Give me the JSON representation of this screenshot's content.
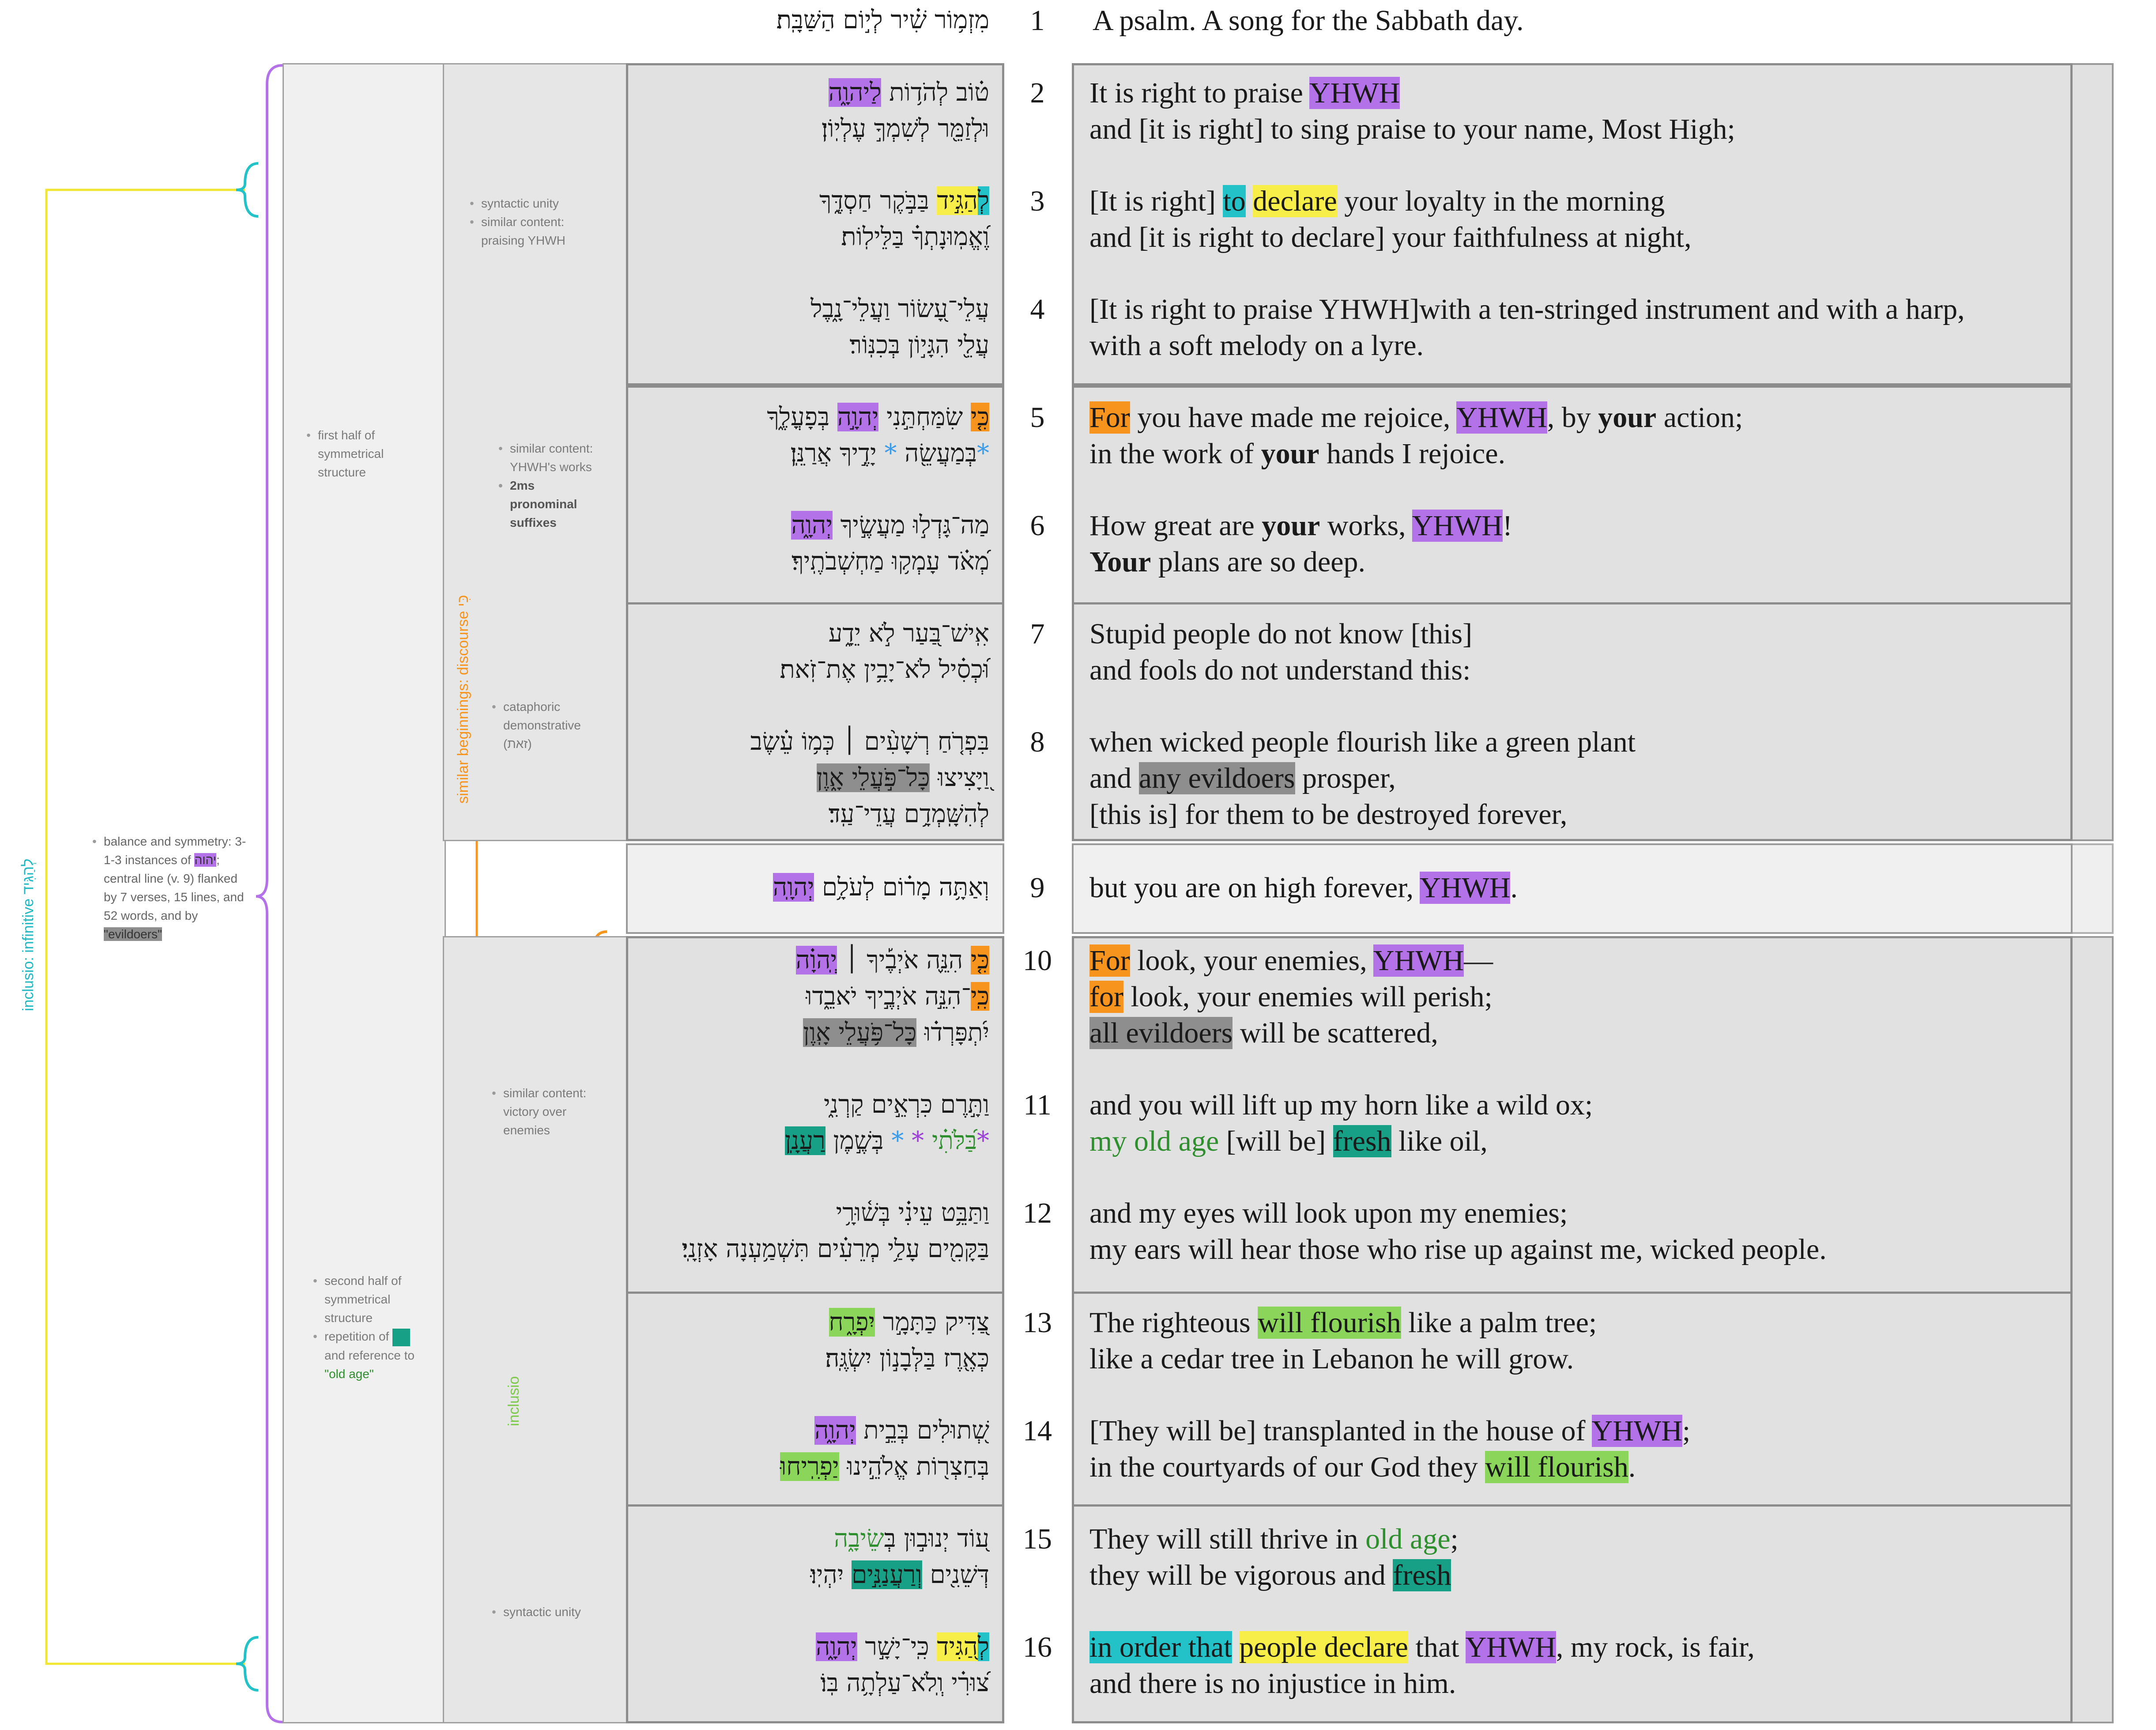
{
  "verse1": {
    "num": "1",
    "heb": "מִזְמ֥וֹר שִׁ֗יר לְי֣וֹם הַשַּׁבָּֽת׃",
    "eng": "A psalm. A song for the Sabbath day."
  },
  "v2": {
    "num": "2",
    "heb1a": "ט֗וֹב לְהֹד֥וֹת ",
    "heb1b": "לַיהוָ֑ה",
    "heb2": "וּלְזַמֵּ֖ר לְשִׁמְךָ֣ עֶלְיֽוֹן׃",
    "eng1a": "It is right to praise ",
    "eng1b": "YHWH",
    "eng2": "and [it is right] to sing praise to your name, Most High;"
  },
  "v3": {
    "num": "3",
    "heb1a": "לְ",
    "heb1b": "הַגִּ֣יד",
    "heb1c": " בַּבֹּ֣קֶר חַסְדֶּ֑ךָ",
    "heb2": "וֶ֝אֱמֽוּנָתְךָ֗ בַּלֵּילֽוֹת׃",
    "eng1a": "[It is right] ",
    "eng1b": "to",
    "eng1c": " ",
    "eng1d": "declare",
    "eng1e": " your loyalty in the morning",
    "eng2": "and [it is right to declare] your faithfulness at night,"
  },
  "v4": {
    "num": "4",
    "heb1": "עֲלֵי־עָ֭שׂוֹר וַעֲלֵי־נָ֑בֶל",
    "heb2": "עֲלֵ֖י הִגָּי֣וֹן בְּכִנּֽוֹר׃",
    "eng1": "[It is right to praise YHWH]with a ten-stringed instrument and with a harp,",
    "eng2": "with a soft melody on a lyre."
  },
  "v5": {
    "num": "5",
    "heb1a": "כִּ֤י",
    "heb1b": " שִׂמַּחְתַּ֣נִי ",
    "heb1c": "יְהוָ֣ה",
    "heb1d": " בְּפָעֳלֶ֑ךָ",
    "heb2a": "*",
    "heb2b": "בְּמַעֲשֵׂ֖ה ",
    "heb2c": "*",
    "heb2d": " יָדֶ֣יךָ אֲרַנֵּֽן׃",
    "eng1a": "For",
    "eng1b": " you have made me rejoice, ",
    "eng1c": "YHWH",
    "eng1d": ", by ",
    "eng1e": "your",
    "eng1f": " action;",
    "eng2a": "in the work of ",
    "eng2b": "your",
    "eng2c": " hands I rejoice."
  },
  "v6": {
    "num": "6",
    "heb1a": "מַה־גָּדְל֣וּ מַעֲשֶׂ֣יךָ ",
    "heb1b": "יְהוָ֑ה",
    "heb2": "מְ֝אֹ֗ד עָמְק֥וּ מַחְשְׁבֹתֶֽיךָ׃",
    "eng1a": "How great are ",
    "eng1b": "your",
    "eng1c": " works, ",
    "eng1d": "YHWH",
    "eng1e": "!",
    "eng2a": "Your",
    "eng2b": " plans are so deep."
  },
  "v7": {
    "num": "7",
    "heb1": "אִֽישׁ־בַּ֭עַר לֹ֣א יֵדָ֑ע",
    "heb2": "וּ֝כְסִ֗יל לֹא־יָבִ֥ין אֶת־זֹֽאת׃",
    "eng1": "Stupid people do not know [this]",
    "eng2": "and fools do not understand this:"
  },
  "v8": {
    "num": "8",
    "heb1": "בִּפְרֹ֤חַ רְשָׁעִ֨ים ׀ כְּמ֥וֹ עֵ֗שֶׂב",
    "heb2a": "וַ֭יָּצִיצוּ ",
    "heb2b": "כָּל־פֹּ֣עֲלֵי אָ֑וֶן",
    "heb3": "לְהִשָּֽׁמְדָ֥ם עֲדֵי־עַֽד׃",
    "eng1": "when wicked people flourish like a green plant",
    "eng2a": "and ",
    "eng2b": "any evildoers",
    "eng2c": " prosper,",
    "eng3": "[this is] for them to be destroyed forever,"
  },
  "v9": {
    "num": "9",
    "heb1a": "וְאַתָּ֥ה מָר֗וֹם לְעֹלָ֥ם ",
    "heb1b": "יְהוָֽה",
    "heb1c": "׃",
    "eng1a": "but you are on high forever, ",
    "eng1b": "YHWH",
    "eng1c": "."
  },
  "v10": {
    "num": "10",
    "heb1a": "כִּ֤י",
    "heb1b": " הִנֵּ֪ה אֹיְבֶ֡יךָ ׀ ",
    "heb1c": "יְֽהוָ֗ה",
    "heb2a": "כִּֽי",
    "heb2b": "־הִנֵּ֣ה אֹיְבֶ֣יךָ יֹאבֵ֑דוּ",
    "heb3a": "יִ֝תְפָּרְד֗וּ ",
    "heb3b": "כָּל־פֹּ֥עֲלֵי אָֽוֶן",
    "heb3c": "׃",
    "eng1a": "For",
    "eng1b": " look, your enemies, ",
    "eng1c": "YHWH",
    "eng1d": "—",
    "eng2a": "for",
    "eng2b": " look, your enemies will perish;",
    "eng3a": "all evildoers",
    "eng3b": " will be scattered,"
  },
  "v11": {
    "num": "11",
    "heb1": "וַתָּ֣רֶם כִּרְאֵ֣ים קַרְנִ֑י",
    "heb2a": "*",
    "heb2b": "בַּ֝לֹּתִ֗י",
    "heb2c": " * ",
    "heb2d": "*",
    "heb2e": " בְּשֶׁ֣מֶן ",
    "heb2f": "רַעֲנָֽן",
    "heb2g": "׃",
    "eng1": "and you will lift up my horn like a wild ox;",
    "eng2a": "my old age",
    "eng2b": " [will be] ",
    "eng2c": "fresh",
    "eng2d": " like oil,"
  },
  "v12": {
    "num": "12",
    "heb1": "וַתַּבֵּ֥ט עֵינִ֗י בְּשׁ֫וּרָ֥י",
    "heb2": "בַּקָּמִ֖ים עָלַ֥י מְרֵעִ֗ים תִּשְׁמַ֥עְנָה אָזְנָֽי׃",
    "eng1": "and my eyes will look upon my enemies;",
    "eng2": "my ears will hear those who rise up against me, wicked people."
  },
  "v13": {
    "num": "13",
    "heb1a": "צַ֭דִּיק כַּתָּמָ֣ר ",
    "heb1b": "יִפְרָ֑ח",
    "heb2": "כְּאֶ֖רֶז בַּלְּבָנ֣וֹן יִשְׂגֶּֽה׃",
    "eng1a": "The righteous ",
    "eng1b": "will flourish",
    "eng1c": " like a palm tree;",
    "eng2": "like a cedar tree in Lebanon he will grow."
  },
  "v14": {
    "num": "14",
    "heb1a": "שְׁ֭תוּלִים בְּבֵ֣ית ",
    "heb1b": "יְהוָ֑ה",
    "heb2a": "בְּחַצְר֖וֹת אֱלֹהֵ֣ינוּ ",
    "heb2b": "יַפְרִֽיחוּ",
    "heb2c": "׃",
    "eng1a": "[They will be] transplanted in the house of ",
    "eng1b": "YHWH",
    "eng1c": ";",
    "eng2a": "in the courtyards of our God they ",
    "eng2b": "will flourish",
    "eng2c": "."
  },
  "v15": {
    "num": "15",
    "heb1a": "ע֭וֹד יְנוּב֣וּן בְּ",
    "heb1b": "שֵׂיבָ֑ה",
    "heb2a": "דְּשֵׁנִ֖ים ",
    "heb2b": "וְרַעֲנַנִּ֣ים",
    "heb2c": " יִהְיֽוּ׃",
    "eng1a": "They will still thrive in ",
    "eng1b": "old age",
    "eng1c": ";",
    "eng2a": "they will be vigorous and ",
    "eng2b": "fresh"
  },
  "v16": {
    "num": "16",
    "heb1a": "לְ",
    "heb1b": "הַ֭גִּיד",
    "heb1c": " כִּֽי־יָשָׁ֣ר ",
    "heb1d": "יְהוָ֑ה",
    "heb2": "צ֝וּרִ֗י וְֽלֹא־עַלְתָ֥ה בּֽוֹ׃",
    "eng1a": "in order that",
    "eng1b": " ",
    "eng1c": "people declare",
    "eng1d": " that ",
    "eng1e": "YHWH",
    "eng1f": ", my rock, is fair,",
    "eng2": "and there is no injustice in him."
  },
  "notes": {
    "syntactic1": [
      "syntactic unity",
      "similar content: praising YHWH"
    ],
    "firsthalf": [
      "first half of symmetrical structure"
    ],
    "similar_works_a": "similar content: YHWH's works",
    "similar_works_b": "2ms pronominal suffixes",
    "cataphoric": "cataphoric demonstrative (זאת)",
    "balance_a": "balance and symmetry: 3-1-3 instances of ",
    "balance_yhwh": "יהוה",
    "balance_b": "; central line (v. 9) flanked by 7 verses, 15 lines, and 52 words, and by ",
    "balance_evil": "\"evildoers\"",
    "victory": "similar content: victory over enemies",
    "secondhalf": "second half of symmetrical structure",
    "repetition_a": "repetition of ",
    "repetition_b": " and reference to ",
    "repetition_c": "\"old age\"",
    "syntactic2": "syntactic unity"
  },
  "labels": {
    "inclusio_infinitive": "inclusio: infinitive לְהַגִּיד",
    "similar_beginnings": "similar beginnings: discourse כִּי",
    "inclusio": "inclusio"
  },
  "colors": {
    "purple": "#b472e8",
    "yellow": "#f7ee4a",
    "cyan": "#22c2c8",
    "orange": "#f7941d",
    "gray": "#8e8e8e",
    "teal": "#17a085",
    "lightgreen": "#8bd65a",
    "darkgreen": "#2f8f2f"
  }
}
